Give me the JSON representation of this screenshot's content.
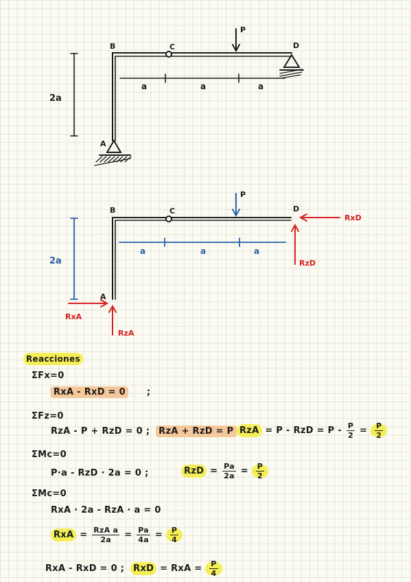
{
  "diagram1": {
    "label_B": "B",
    "label_C": "C",
    "label_D": "D",
    "label_A": "A",
    "label_P": "P",
    "dim_height": "2a",
    "seg1": "a",
    "seg2": "a",
    "seg3": "a"
  },
  "diagram2": {
    "label_B": "B",
    "label_C": "C",
    "label_D": "D",
    "label_A": "A",
    "label_P": "P",
    "dim_height": "2a",
    "seg1": "a",
    "seg2": "a",
    "seg3": "a",
    "RxD": "RxD",
    "RzD": "RzD",
    "RxA": "RxA",
    "RzA": "RzA"
  },
  "colors": {
    "ink": "#1a1a1a",
    "red": "#d62020",
    "blue": "#2b5fa8",
    "yellow": "#f4ef58",
    "orange": "#f4c89a"
  },
  "notes": {
    "heading": "Reacciones",
    "sumFx": "ΣFx=0",
    "fx_eq": "RxA - RxD = 0",
    "fx_sep": ";",
    "sumFz": "ΣFz=0",
    "fz_eq1": "RzA - P + RzD = 0 ;",
    "fz_eq2": "RzA + RzD = P",
    "fz_res_lhs": "RzA",
    "fz_res_mid": "= P - RzD = P -",
    "fz_res_frac_n": "P",
    "fz_res_frac_d": "2",
    "fz_res_eq": "=",
    "fz_res_ans_n": "P",
    "fz_res_ans_d": "2",
    "sumMc1": "ΣMc=0",
    "mc1_eq": "P·a - RzD · 2a = 0 ;",
    "mc1_lhs": "RzD",
    "mc1_eq_sign": "=",
    "mc1_frac_n": "Pa",
    "mc1_frac_d": "2a",
    "mc1_eq2": "=",
    "mc1_ans_n": "P",
    "mc1_ans_d": "2",
    "sumMc2": "ΣMc=0",
    "mc2_eq": "RxA · 2a - RzA · a = 0",
    "mc2_lhs": "RxA",
    "mc2_eq_sign": "=",
    "mc2_frac1_n": "RzA a",
    "mc2_frac1_d": "2a",
    "mc2_eq2": "=",
    "mc2_frac2_n": "Pa",
    "mc2_frac2_d": "4a",
    "mc2_eq3": "=",
    "mc2_ans_n": "P",
    "mc2_ans_d": "4",
    "last_eq": "RxA - RxD = 0 ;",
    "last_lhs": "RxD",
    "last_mid": "= RxA =",
    "last_ans_n": "P",
    "last_ans_d": "4"
  }
}
